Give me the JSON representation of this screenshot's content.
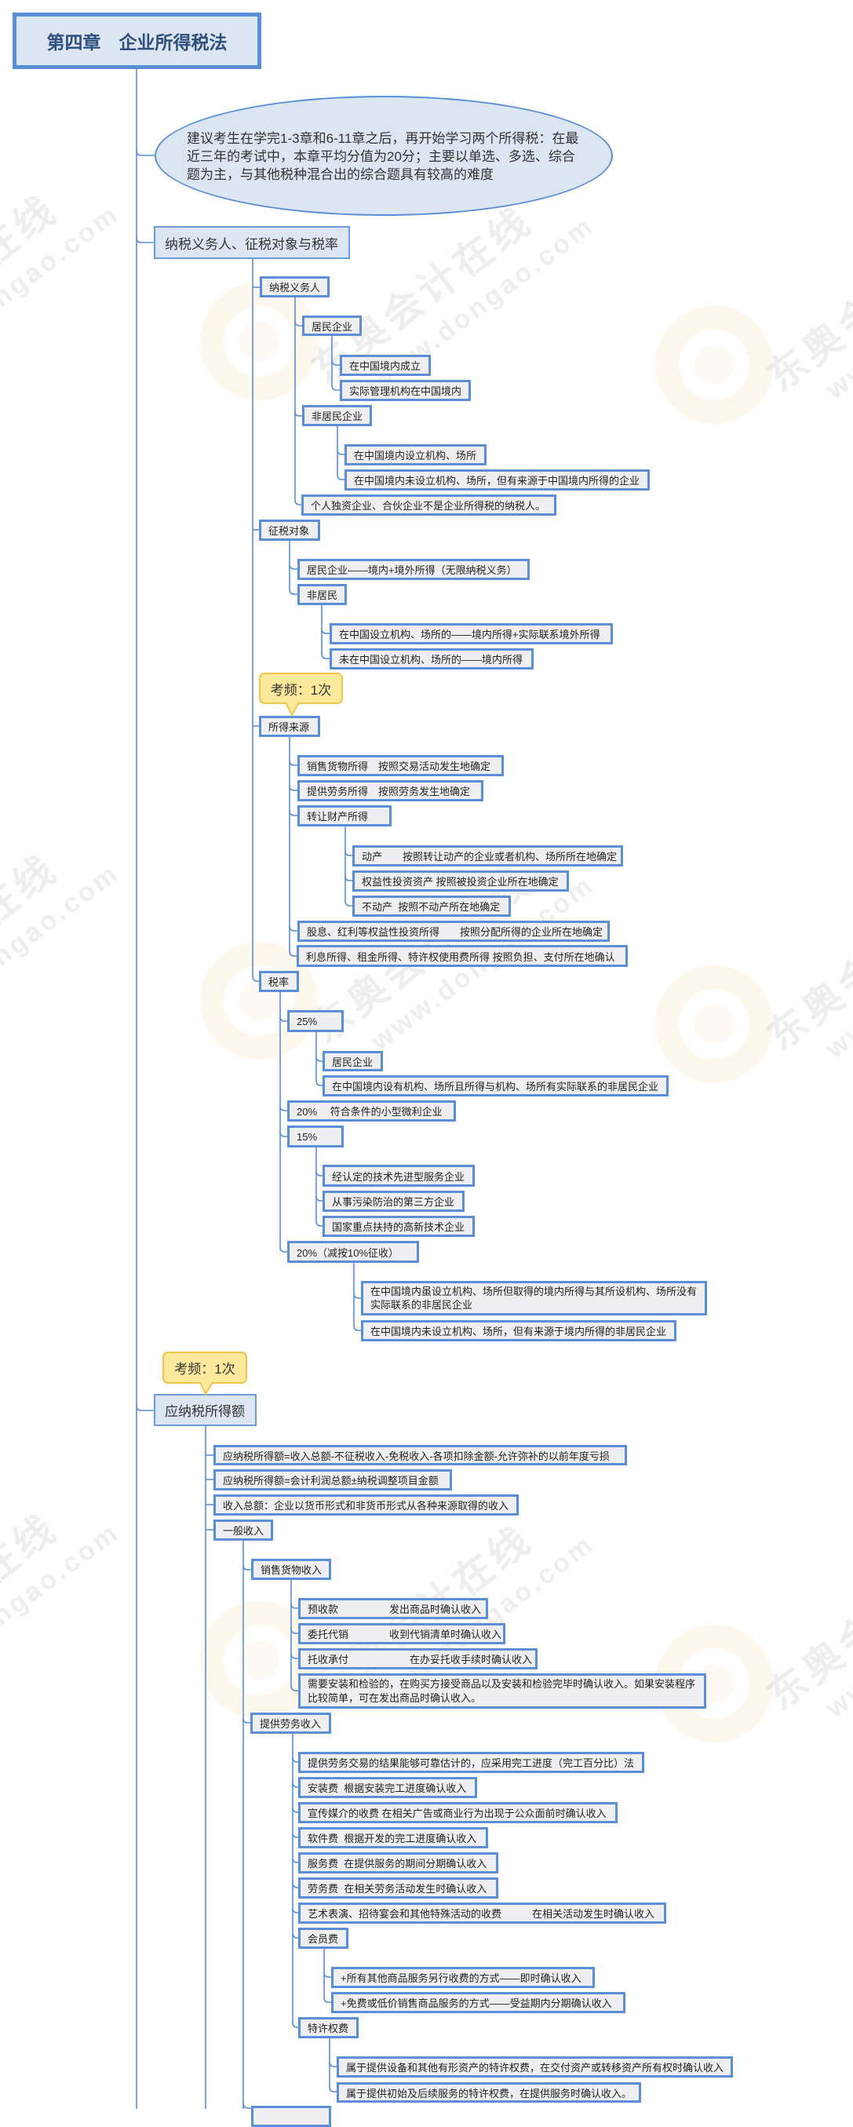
{
  "title": "第四章　企业所得税法",
  "intro_note": "建议考生在学完1-3章和6-11章之后，再开始学习两个所得税：在最近三年的考试中，本章平均分值为20分；主要以单选、多选、综合题为主，与其他税种混合出的综合题具有较高的难度",
  "sections": [
    {
      "label": "纳税义务人、征税对象与税率",
      "taxpayers": {
        "label": "纳税义务人",
        "resident": {
          "label": "居民企业",
          "items": [
            "在中国境内成立",
            "实际管理机构在中国境内"
          ]
        },
        "non_resident": {
          "label": "非居民企业",
          "items": [
            "在中国境内设立机构、场所",
            "在中国境内未设立机构、场所，但有来源于中国境内所得的企业"
          ]
        },
        "note": "个人独资企业、合伙企业不是企业所得税的纳税人。"
      },
      "tax_object": {
        "label": "征税对象",
        "resident": "居民企业——境内+境外所得（无限纳税义务）",
        "non_resident": {
          "label": "非居民",
          "items": [
            "在中国设立机构、场所的——境内所得+实际联系境外所得",
            "未在中国设立机构、场所的——境内所得"
          ]
        }
      },
      "income_source": {
        "badge": "考频：1次",
        "label": "所得来源",
        "items": [
          {
            "label": "销售货物所得　按照交易活动发生地确定"
          },
          {
            "label": "提供劳务所得　按照劳务发生地确定"
          },
          {
            "label": "转让财产所得",
            "items": [
              "动产　　按照转让动产的企业或者机构、场所所在地确定",
              "权益性投资资产 按照被投资企业所在地确定",
              "不动产  按照不动产所在地确定"
            ]
          },
          {
            "label": "股息、红利等权益性投资所得　　按照分配所得的企业所在地确定"
          },
          {
            "label": "利息所得、租金所得、特许权使用费所得 按照负担、支付所在地确认"
          }
        ]
      },
      "tax_rate": {
        "label": "税率",
        "items": [
          {
            "label": "25%",
            "items": [
              "居民企业",
              "在中国境内设有机构、场所且所得与机构、场所有实际联系的非居民企业"
            ]
          },
          {
            "label": "20%　 符合条件的小型微利企业"
          },
          {
            "label": "15%",
            "items": [
              "经认定的技术先进型服务企业",
              "从事污染防治的第三方企业",
              "国家重点扶持的高新技术企业"
            ]
          },
          {
            "label": "20%（减按10%征收）",
            "items": [
              "在中国境内虽设立机构、场所但取得的境内所得与其所设机构、场所没有实际联系的非居民企业",
              "在中国境内未设立机构、场所，但有来源于境内所得的非居民企业"
            ]
          }
        ]
      }
    },
    {
      "badge": "考频：1次",
      "label": "应纳税所得额",
      "items": [
        {
          "label": "应纳税所得额=收入总额-不征税收入-免税收入-各项扣除金额-允许弥补的以前年度亏损"
        },
        {
          "label": "应纳税所得额=会计利润总额±纳税调整项目金额"
        },
        {
          "label": "收入总额：企业以货币形式和非货币形式从各种来源取得的收入"
        },
        {
          "label": "一般收入",
          "items": [
            {
              "label": "销售货物收入",
              "items": [
                {
                  "label": "预收款　　　　　发出商品时确认收入"
                },
                {
                  "label": "委托代销　　　　收到代销清单时确认收入"
                },
                {
                  "label": "托收承付　　　　　　在办妥托收手续时确认收入"
                },
                {
                  "label": "需要安装和检验的，在购买方接受商品以及安装和检验完毕时确认收入。如果安装程序比较简单，可在发出商品时确认收入。"
                }
              ]
            },
            {
              "label": "提供劳务收入",
              "items": [
                {
                  "label": "提供劳务交易的结果能够可靠估计的，应采用完工进度（完工百分比）法"
                },
                {
                  "label": "安装费  根据安装完工进度确认收入"
                },
                {
                  "label": "宣传媒介的收费 在相关广告或商业行为出现于公众面前时确认收入"
                },
                {
                  "label": "软件费  根据开发的完工进度确认收入"
                },
                {
                  "label": "服务费  在提供服务的期间分期确认收入"
                },
                {
                  "label": "劳务费  在相关劳务活动发生时确认收入"
                },
                {
                  "label": "艺术表演、招待宴会和其他特殊活动的收费　　　在相关活动发生时确认收入"
                },
                {
                  "label": "会员费",
                  "items": [
                    "+所有其他商品服务另行收费的方式——即时确认收入",
                    "+免费或低价销售商品服务的方式——受益期内分期确认收入"
                  ]
                },
                {
                  "label": "特许权费",
                  "items": [
                    "属于提供设备和其他有形资产的特许权费，在交付资产或转移资产所有权时确认收入",
                    "属于提供初始及后续服务的特许权费，在提供服务时确认收入。"
                  ]
                }
              ]
            }
          ]
        }
      ]
    }
  ],
  "watermark": {
    "brand": "东奥会计在线",
    "url": "www.dongao.com"
  },
  "colors": {
    "node_border": "#5a8fd8",
    "node_fill": "#efeff1",
    "section_fill": "#dce6f2",
    "badge_fill": "#fde99c",
    "badge_border": "#f1c54d",
    "title_text": "#2f4f7f",
    "connector": "#5b8fd6"
  }
}
